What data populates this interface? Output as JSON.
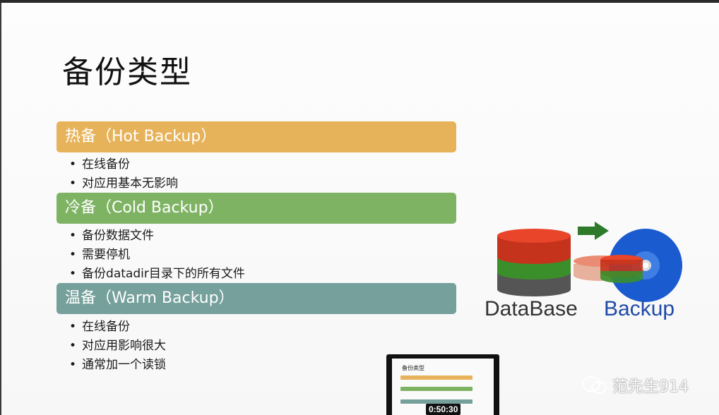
{
  "slide": {
    "title": "备份类型",
    "sections": [
      {
        "heading": "热备（Hot Backup）",
        "bullets": [
          "在线备份",
          "对应用基本无影响"
        ]
      },
      {
        "heading": "冷备（Cold Backup）",
        "bullets": [
          "备份数据文件",
          "需要停机",
          "备份datadir目录下的所有文件"
        ]
      },
      {
        "heading": "温备（Warm Backup）",
        "bullets": [
          "在线备份",
          "对应用影响很大",
          "通常加一个读锁"
        ]
      }
    ],
    "illustration": {
      "database_label": "DataBase",
      "backup_label": "Backup"
    }
  },
  "video": {
    "timestamp": "0:50:30",
    "thumb_title": "备份类型"
  },
  "watermark": {
    "text": "范先生914",
    "icon": "wechat-icon"
  },
  "colors": {
    "hot": "#e7b35a",
    "cold": "#7fb364",
    "warm": "#75a09b",
    "backup_blue": "#1f4aa8"
  }
}
